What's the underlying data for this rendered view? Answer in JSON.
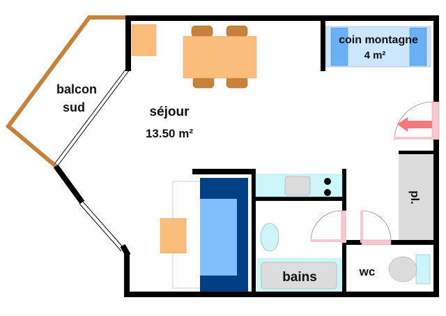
{
  "labels": {
    "balcony_line1": "balcon",
    "balcony_line2": "sud",
    "living_name": "séjour",
    "living_area": "13.50 m²",
    "corner_name": "coin montagne",
    "corner_area": "4 m²",
    "bath": "bains",
    "wc": "wc",
    "closet": "pl."
  },
  "colors": {
    "wall": "#000000",
    "balcony": "#c6813a",
    "furniture": "#fbbd7c",
    "chair": "#c6813a",
    "bed": "#80bff9",
    "bed_frame": "#003f83",
    "corner_bg": "#cce6fb",
    "fixture": "#ccf6f9",
    "door": "#f8c8d0",
    "closet": "#dcdcdc"
  }
}
